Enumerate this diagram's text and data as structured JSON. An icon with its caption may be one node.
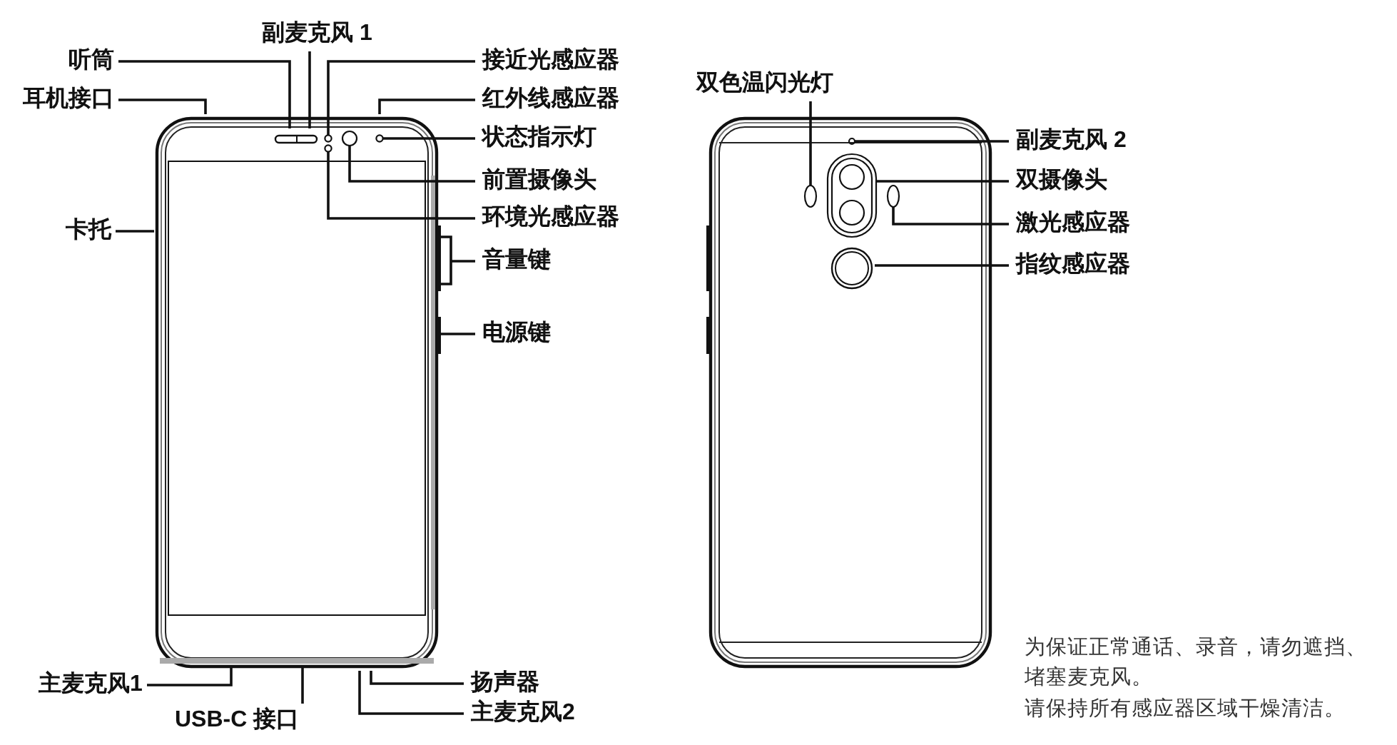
{
  "diagram": {
    "nodes": [
      {
        "text": [
          "副麦克风 1"
        ]
      },
      {
        "text": [
          "听筒"
        ]
      },
      {
        "text": [
          "接近光感应器"
        ]
      },
      {
        "text": [
          "耳机接口"
        ]
      },
      {
        "text": [
          "红外线感应器"
        ]
      },
      {
        "text": [
          "状态指示灯"
        ]
      },
      {
        "text": [
          "前置摄像头"
        ]
      },
      {
        "text": [
          "环境光感应器"
        ]
      },
      {
        "text": [
          "卡托"
        ]
      },
      {
        "text": [
          "音量键"
        ]
      },
      {
        "text": [
          "电源键"
        ]
      },
      {
        "text": [
          "主麦克风1"
        ]
      },
      {
        "text": [
          "USB-C 接口"
        ]
      },
      {
        "text": [
          "扬声器"
        ]
      },
      {
        "text": [
          "主麦克风2"
        ]
      },
      {
        "text": [
          "双色温闪光灯"
        ]
      },
      {
        "text": [
          "副麦克风 2"
        ]
      },
      {
        "text": [
          "双摄像头"
        ]
      },
      {
        "text": [
          "激光感应器"
        ]
      },
      {
        "text": [
          "指纹感应器"
        ]
      },
      {
        "text": [],
        "shape": "circle"
      },
      {
        "text": [],
        "shape": "circle"
      },
      {
        "text": [],
        "shape": "circle"
      },
      {
        "text": [],
        "shape": "circle"
      },
      {
        "text": [],
        "shape": "oval"
      },
      {
        "text": [],
        "shape": "circle"
      },
      {
        "text": [],
        "shape": "box"
      },
      {
        "text": [],
        "shape": "oval"
      }
    ],
    "edges": [
      {
        "from": 0,
        "to": null,
        "arrow": "none"
      },
      {
        "from": 1,
        "to": null,
        "arrow": "none"
      },
      {
        "from": 2,
        "to": 20,
        "arrow": "none"
      },
      {
        "from": 3,
        "to": null,
        "arrow": "none"
      },
      {
        "from": 4,
        "to": null,
        "arrow": "none"
      },
      {
        "from": 5,
        "to": 23,
        "arrow": "none"
      },
      {
        "from": 6,
        "to": 22,
        "arrow": "none"
      },
      {
        "from": 7,
        "to": 21,
        "arrow": "none"
      },
      {
        "from": 8,
        "to": null,
        "arrow": "none"
      },
      {
        "from": 9,
        "to": null,
        "arrow": "none"
      },
      {
        "from": 10,
        "to": null,
        "arrow": "none"
      },
      {
        "from": 11,
        "to": null,
        "arrow": "none"
      },
      {
        "from": 12,
        "to": null,
        "arrow": "none"
      },
      {
        "from": 13,
        "to": null,
        "arrow": "none"
      },
      {
        "from": 14,
        "to": null,
        "arrow": "none"
      },
      {
        "from": 15,
        "to": 24,
        "arrow": "none"
      },
      {
        "from": 16,
        "to": 25,
        "arrow": "none"
      },
      {
        "from": 17,
        "to": 26,
        "arrow": "none"
      },
      {
        "from": 18,
        "to": 27,
        "arrow": "none"
      },
      {
        "from": 19,
        "to": null,
        "arrow": "none"
      }
    ],
    "labels": [
      "为保证正常通话、录音，请勿遮挡、堵塞麦克风。",
      "请保持所有感应器区域干燥清洁。"
    ]
  }
}
